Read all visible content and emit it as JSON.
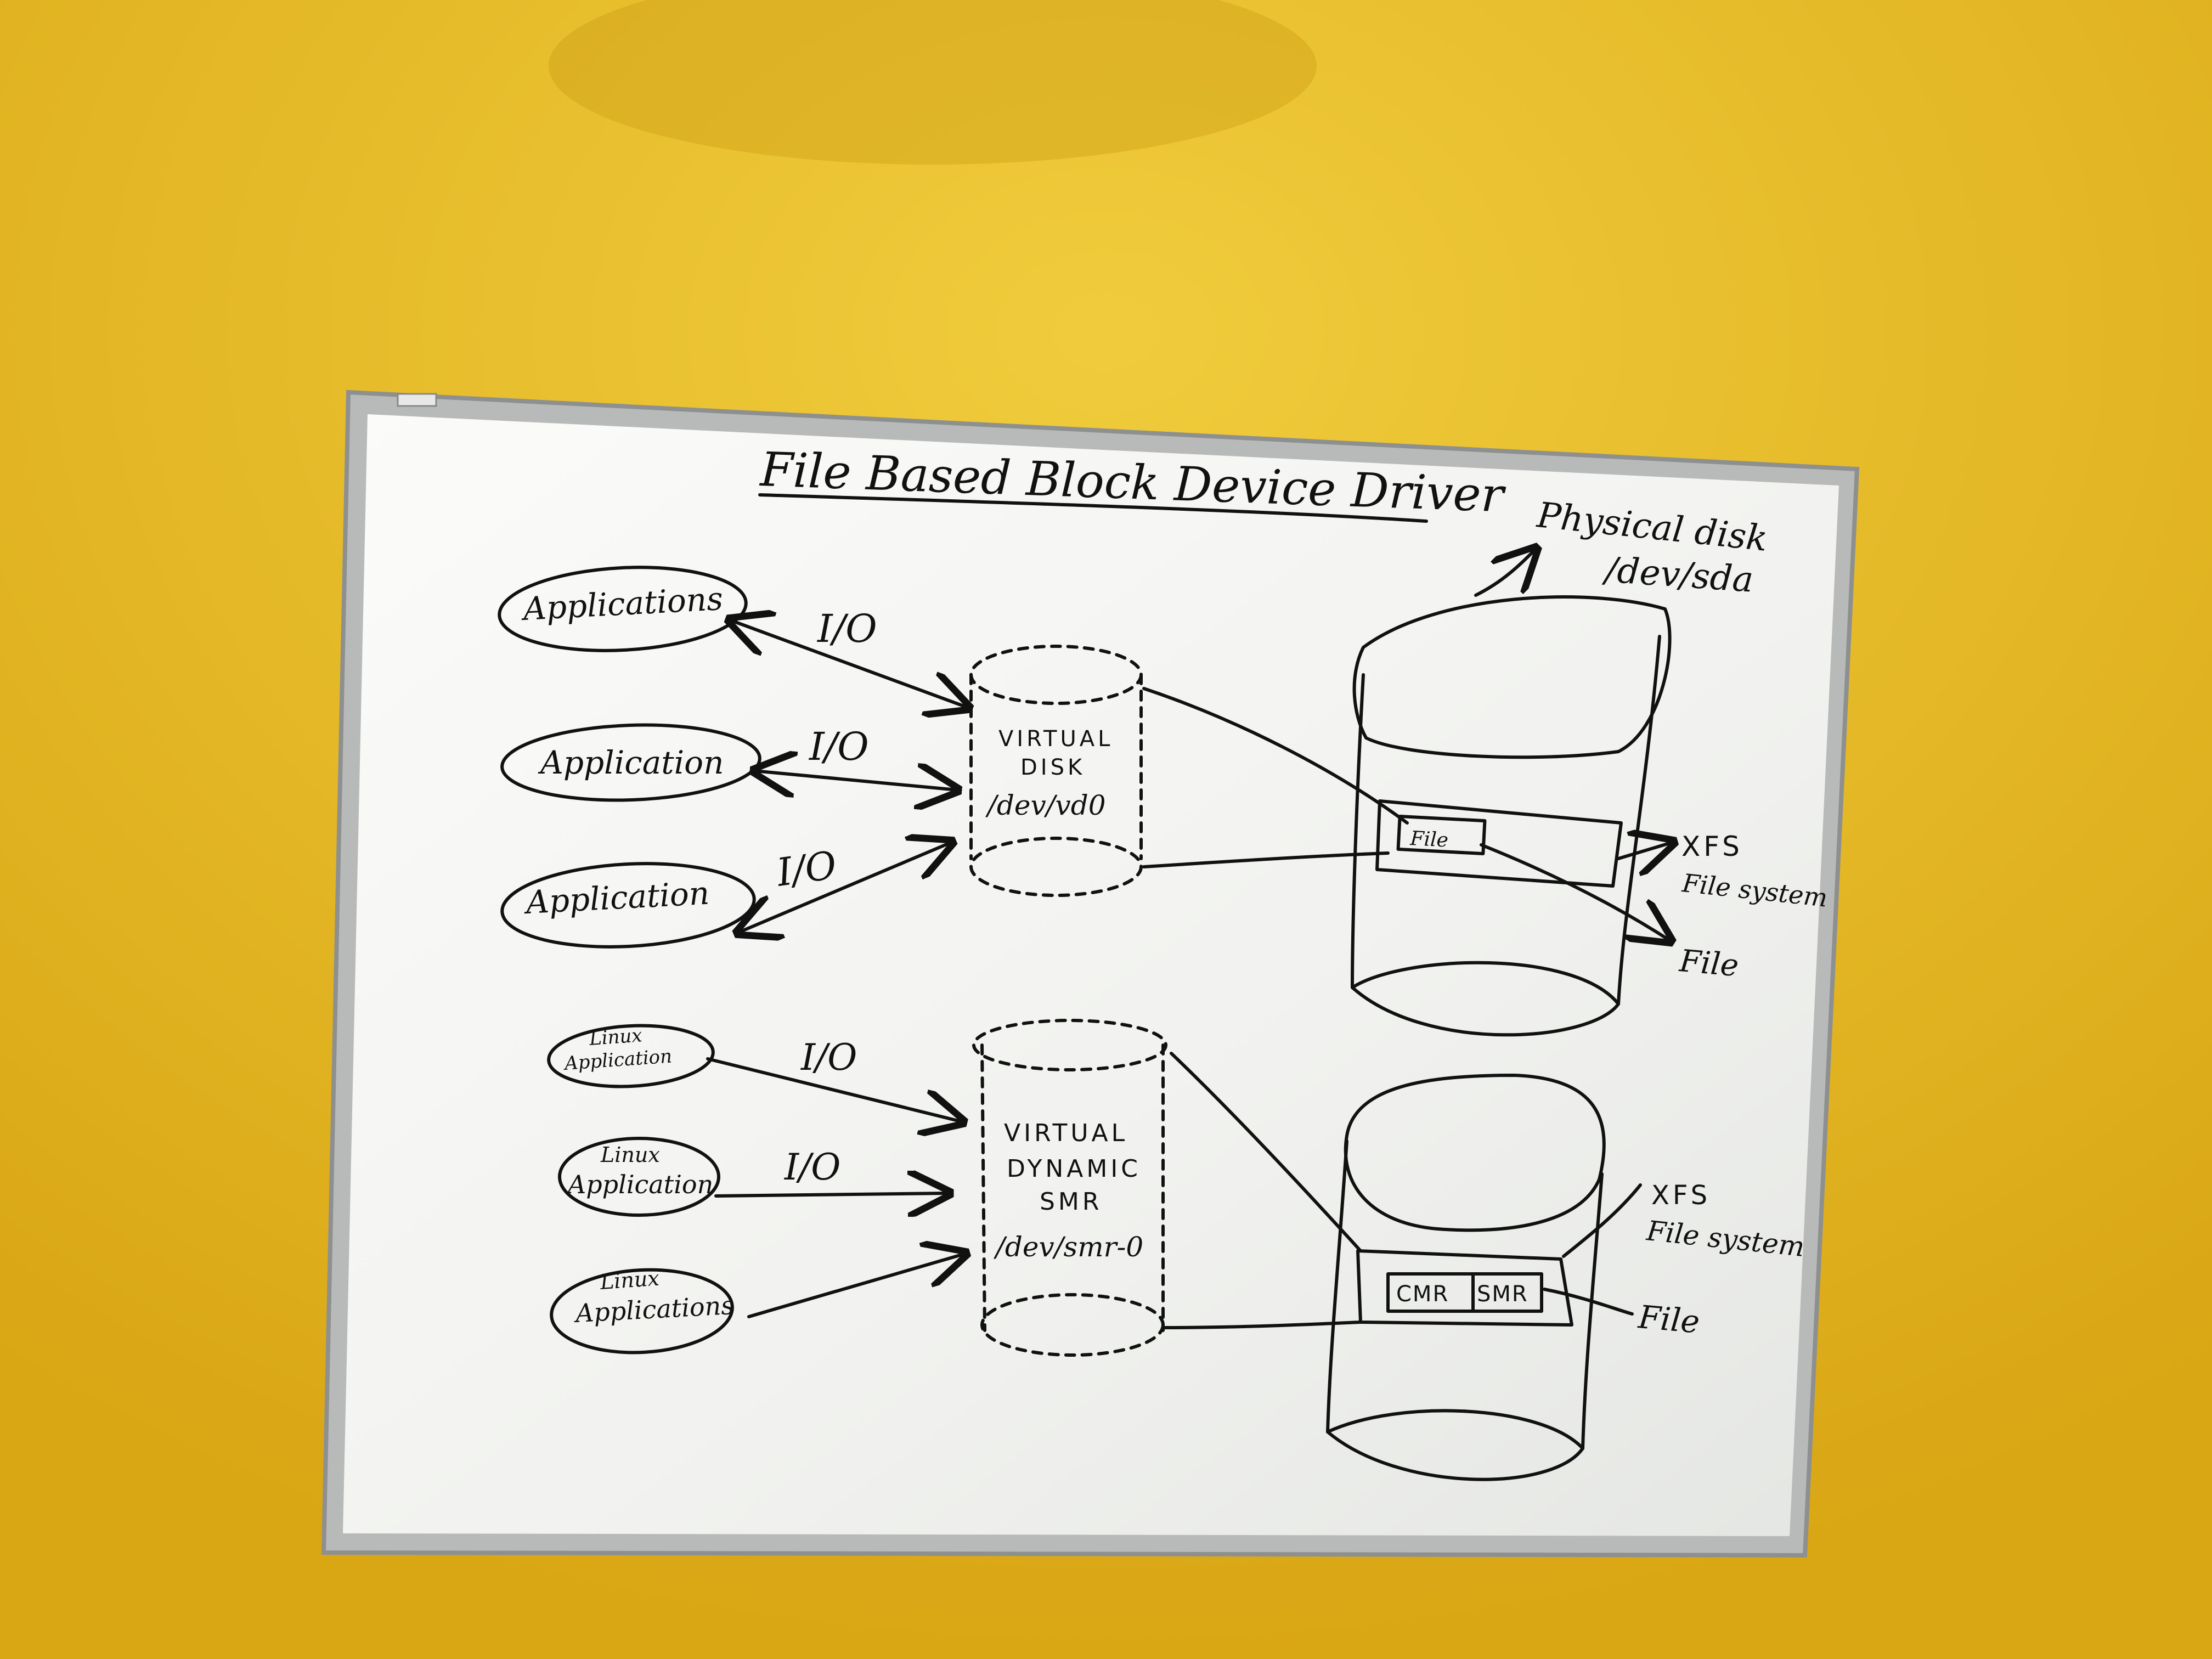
{
  "colors": {
    "wall": "#e8b820",
    "board": "#f4f5f2",
    "frame": "#a9abab",
    "ink": "#111111"
  },
  "title": "File Based Block Device Driver",
  "top_group": {
    "apps": [
      "Applications",
      "Application",
      "Application"
    ],
    "io_labels": [
      "I/O",
      "I/O",
      "I/O"
    ],
    "virtual_disk": {
      "line1": "VIRTUAL",
      "line2": "DISK",
      "path": "/dev/vd0"
    },
    "physical_disk": {
      "label": "Physical disk",
      "path": "/dev/sda"
    },
    "file_box": "File",
    "fs_label_1": "XFS",
    "fs_label_2": "File system",
    "file_label": "File"
  },
  "bottom_group": {
    "apps": [
      {
        "line1": "Linux",
        "line2": "Application"
      },
      {
        "line1": "Linux",
        "line2": "Application"
      },
      {
        "line1": "Linux",
        "line2": "Applications"
      }
    ],
    "io_labels": [
      "I/O",
      "I/O"
    ],
    "virtual_smr": {
      "line1": "VIRTUAL",
      "line2": "DYNAMIC",
      "line3": "SMR",
      "path": "/dev/smr-0"
    },
    "cmr_box": "CMR",
    "smr_box": "SMR",
    "fs_label_1": "XFS",
    "fs_label_2": "File system",
    "file_label": "File"
  }
}
